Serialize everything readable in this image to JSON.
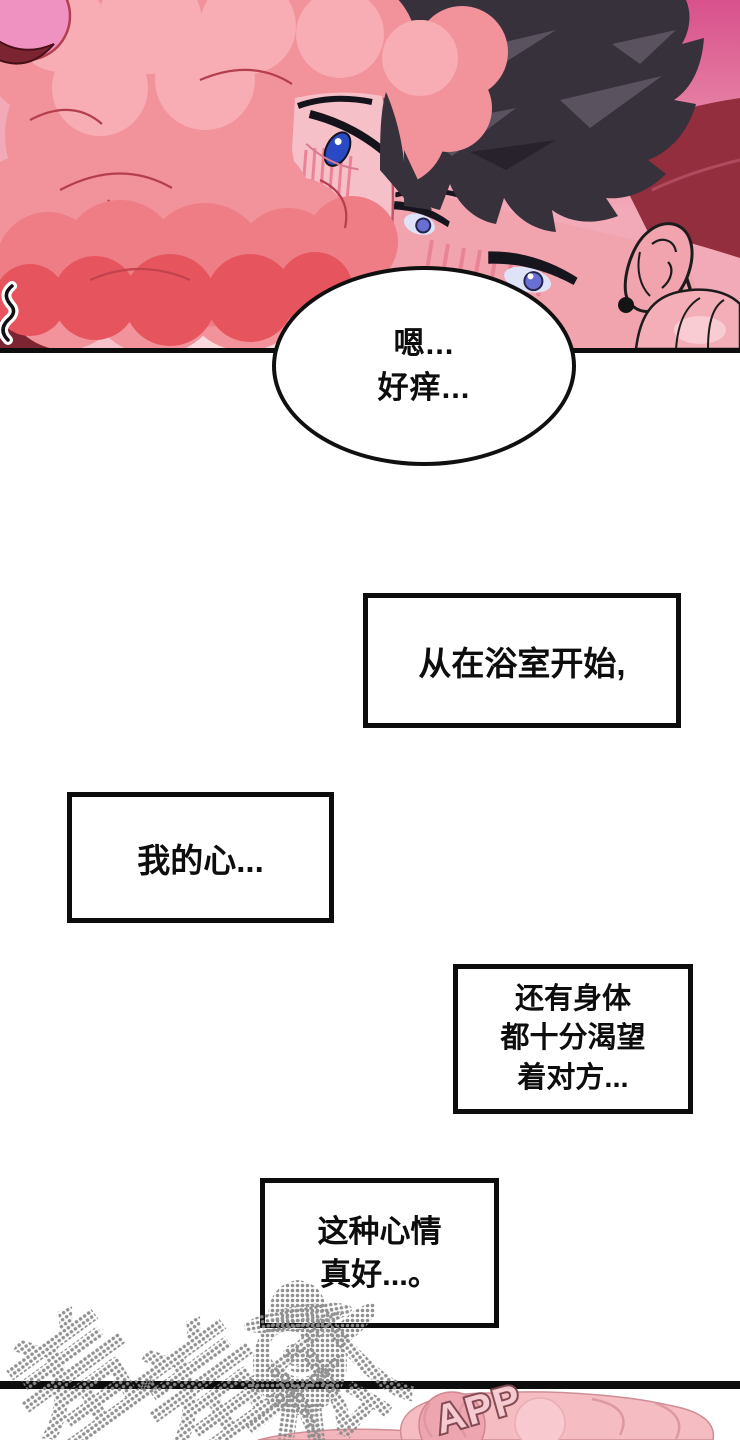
{
  "page_type": "manhwa-comic-page",
  "speech_bubble": {
    "lines": [
      "嗯...",
      "好痒..."
    ]
  },
  "caption_boxes": [
    {
      "lines": [
        "从在浴室开始,"
      ]
    },
    {
      "lines": [
        "我的心..."
      ]
    },
    {
      "lines": [
        "还有身体",
        "都十分渴望",
        "着对方..."
      ]
    },
    {
      "lines": [
        "这种心情",
        "真好...。"
      ]
    }
  ],
  "watermark": {
    "chars": [
      "羞",
      "羞",
      "瓜"
    ],
    "app_label": "APP"
  },
  "colors": {
    "panel_border": "#0d0d0d",
    "background_pink": "#f2a9b8",
    "magenta_accent": "#d8518c",
    "dark_red": "#932e3e",
    "pink_hair": "#f2929a",
    "black_hair": "#37313b",
    "skin": "#f2a4ae",
    "watermark_gray": "#8c8c8c",
    "bottom_hair_pink": "#f5bcc2"
  }
}
